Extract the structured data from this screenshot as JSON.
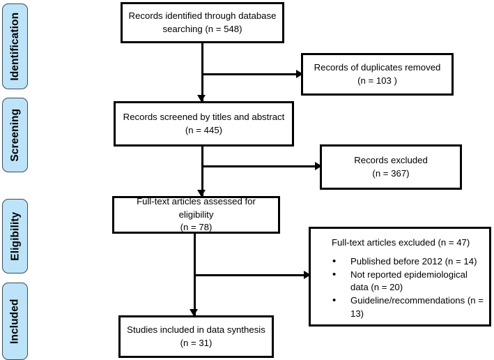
{
  "diagram": {
    "type": "prisma-flow-diagram",
    "colors": {
      "stage_fill": "#bde3f8",
      "stage_border": "#3a4a55",
      "box_border": "#000000",
      "box_fill": "#ffffff",
      "text": "#000000",
      "background": "#ffffff"
    }
  },
  "stages": [
    {
      "id": "identification",
      "label": "Identification"
    },
    {
      "id": "screening",
      "label": "Screening"
    },
    {
      "id": "eligibility",
      "label": "Eligibility"
    },
    {
      "id": "included",
      "label": "Included"
    }
  ],
  "boxes": {
    "identified": {
      "text": "Records identified through database\nsearching (n = 548)",
      "count": 548
    },
    "duplicates_removed": {
      "text": "Records of duplicates removed\n(n = 103 )",
      "count": 103
    },
    "screened": {
      "text": "Records screened by titles and abstract\n(n = 445)",
      "count": 445
    },
    "records_excluded": {
      "text": "Records excluded\n(n = 367)",
      "count": 367
    },
    "fulltext_assessed": {
      "text": "Full-text articles assessed for eligibility\n(n = 78)",
      "count": 78
    },
    "fulltext_excluded": {
      "header": "Full-text articles excluded (n = 47)",
      "count": 47,
      "reasons": [
        {
          "text": "Published before 2012 (n = 14)",
          "count": 14
        },
        {
          "text": "Not reported epidemiological data (n = 20)",
          "count": 20
        },
        {
          "text": "Guideline/recommendations (n = 13)",
          "count": 13
        }
      ]
    },
    "studies_included": {
      "text": "Studies included in data synthesis\n(n = 31)",
      "count": 31
    }
  }
}
